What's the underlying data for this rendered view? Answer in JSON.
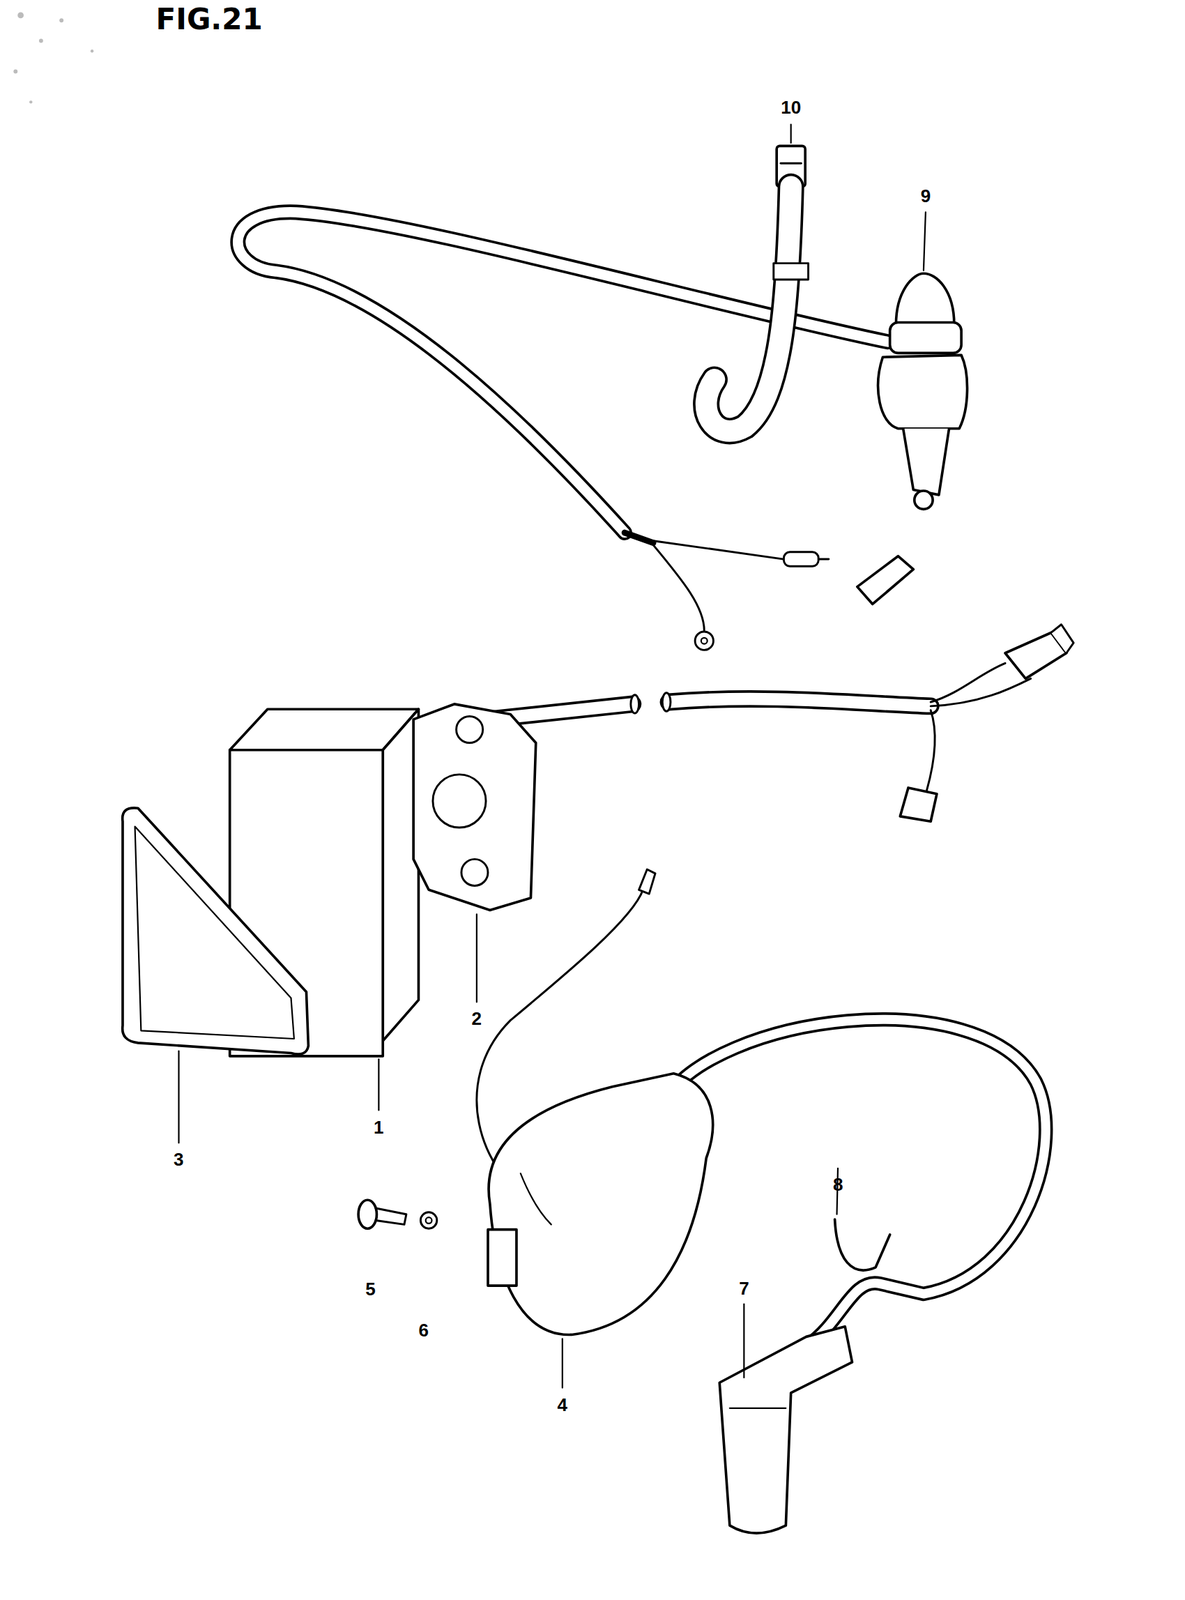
{
  "diagram": {
    "title": "FIG.21",
    "labels": [
      "10",
      "9",
      "2",
      "1",
      "3",
      "8",
      "7",
      "5",
      "6",
      "4"
    ]
  }
}
